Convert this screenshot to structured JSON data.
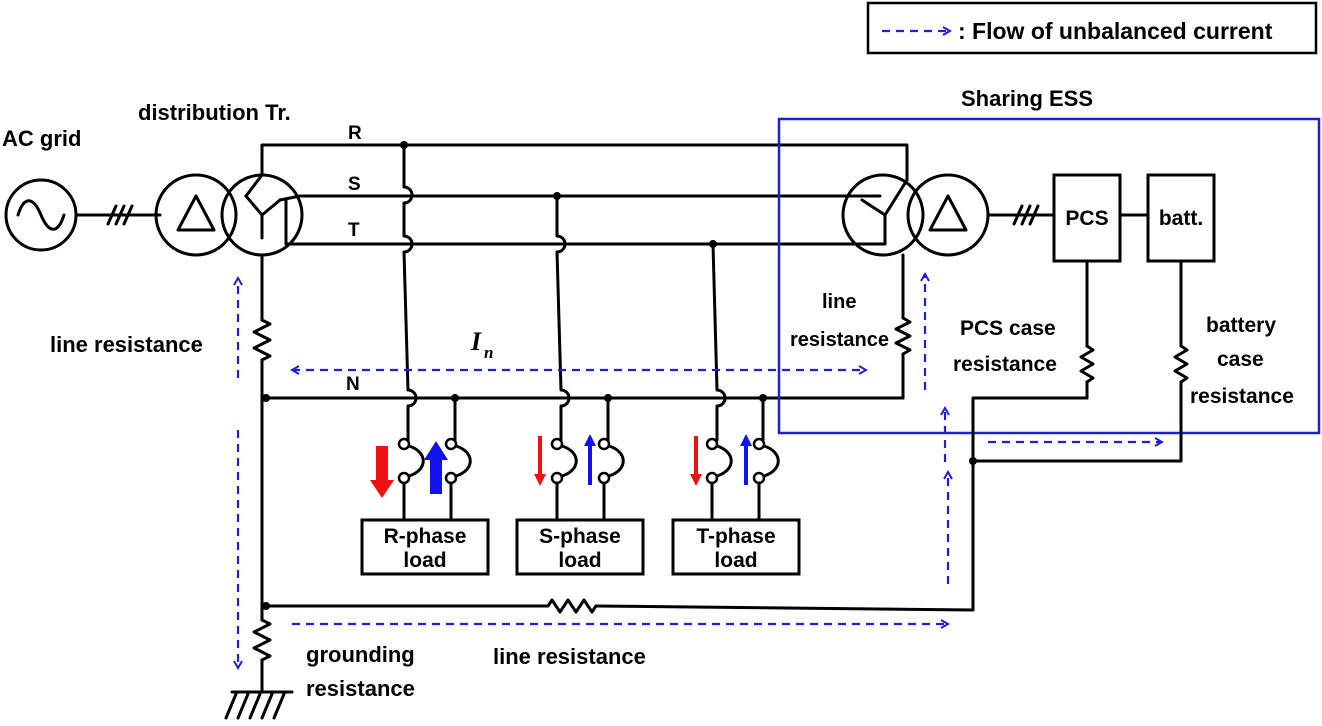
{
  "legend": {
    "text": ": Flow of unbalanced current"
  },
  "labels": {
    "ac_grid": "AC grid",
    "distribution_tr": "distribution Tr.",
    "sharing_ess": "Sharing ESS",
    "phase_r": "R",
    "phase_s": "S",
    "phase_t": "T",
    "neutral": "N",
    "line_resistance_left": "line resistance",
    "line_resistance_right_1": "line",
    "line_resistance_right_2": "resistance",
    "neutral_current_symbol": "I",
    "neutral_current_sub": "n",
    "pcs": "PCS",
    "batt": "batt.",
    "pcs_case_1": "PCS case",
    "pcs_case_2": "resistance",
    "battery_case_1": "battery",
    "battery_case_2": "case",
    "battery_case_3": "resistance",
    "grounding_1": "grounding",
    "grounding_2": "resistance",
    "line_resistance_bottom": "line resistance"
  },
  "loads": [
    {
      "line1": "R-phase",
      "line2": "load"
    },
    {
      "line1": "S-phase",
      "line2": "load"
    },
    {
      "line1": "T-phase",
      "line2": "load"
    }
  ],
  "colors": {
    "wire": "#000000",
    "flow_arrow": "#1f1fd6",
    "phase_current_out": "#ee1111",
    "phase_current_return": "#1111ee"
  }
}
